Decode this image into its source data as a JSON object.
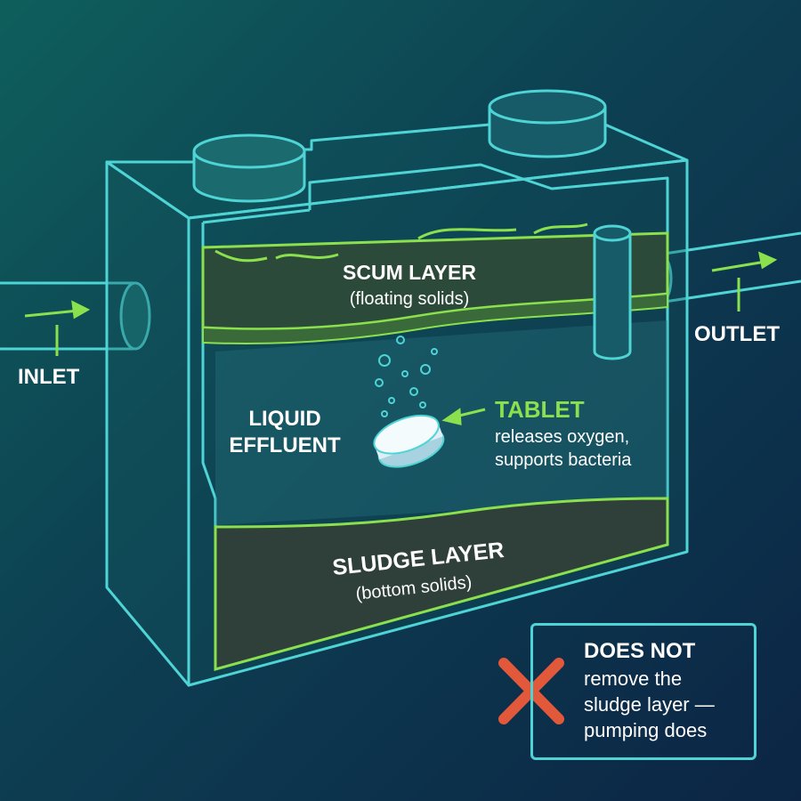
{
  "labels": {
    "inlet": "INLET",
    "outlet": "OUTLET",
    "scum_title": "SCUM LAYER",
    "scum_sub": "(floating solids)",
    "liquid_line1": "LIQUID",
    "liquid_line2": "EFFLUENT",
    "tablet_title": "TABLET",
    "tablet_line1": "releases oxygen,",
    "tablet_line2": "supports bacteria",
    "sludge_title": "SLUDGE LAYER",
    "sludge_sub": "(bottom solids)"
  },
  "note": {
    "title": "DOES NOT",
    "line1": "remove the",
    "line2": "sludge layer —",
    "line3": "pumping does"
  },
  "icons": {
    "tank": "septic-tank-outline",
    "tablet": "tablet-icon",
    "bubbles": "oxygen-bubbles",
    "x_mark": "red-x-icon"
  },
  "colors": {
    "outline": "#4fd4d6",
    "green": "#8be04e",
    "scum_fill": "#2c4a3a",
    "sludge_fill": "#2f3f3a",
    "x_red": "#e2583a",
    "text": "#ffffff"
  }
}
